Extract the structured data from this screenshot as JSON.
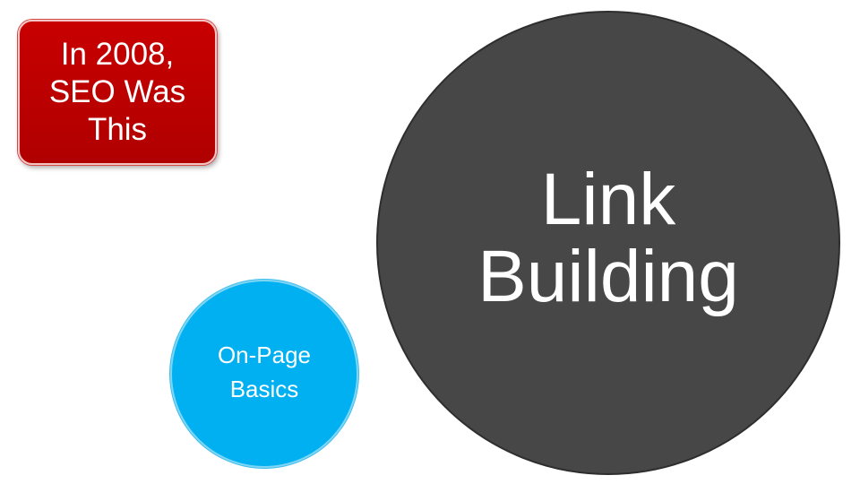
{
  "callout": {
    "text": "In 2008,\nSEO Was\nThis",
    "color": "#c00000"
  },
  "main_circle": {
    "label": "Link\nBuilding",
    "color": "#474747"
  },
  "secondary_circle": {
    "label": "On-Page\nBasics",
    "color": "#00b0f0"
  }
}
